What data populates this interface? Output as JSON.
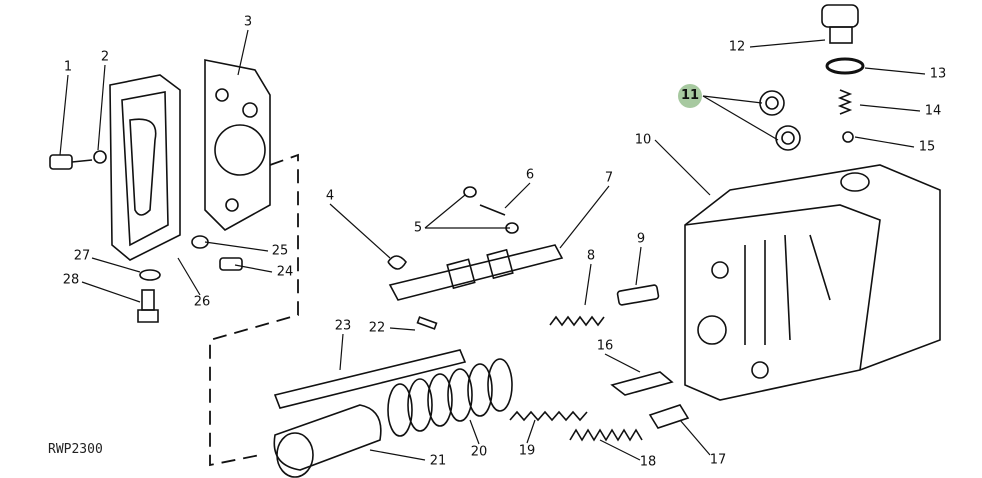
{
  "diagram_code": "RWP2300",
  "highlight_color": "#a7c9a0",
  "highlighted_callout": "11",
  "callouts": [
    "1",
    "2",
    "3",
    "4",
    "5",
    "6",
    "7",
    "8",
    "9",
    "10",
    "11",
    "12",
    "13",
    "14",
    "15",
    "16",
    "17",
    "18",
    "19",
    "20",
    "21",
    "22",
    "23",
    "24",
    "25",
    "26",
    "27",
    "28"
  ]
}
